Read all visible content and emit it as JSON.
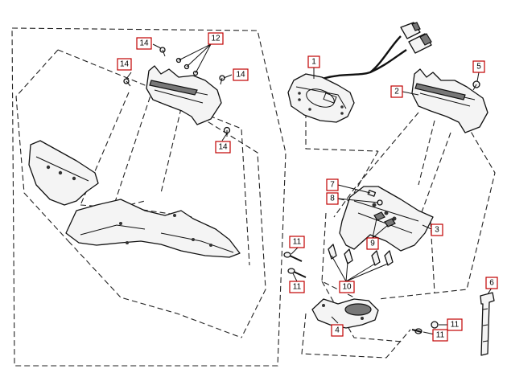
{
  "diagram": {
    "callouts": [
      {
        "id": "c14a",
        "label": "14"
      },
      {
        "id": "c12",
        "label": "12"
      },
      {
        "id": "c14b",
        "label": "14"
      },
      {
        "id": "c14c",
        "label": "14"
      },
      {
        "id": "c14d",
        "label": "14"
      },
      {
        "id": "c1",
        "label": "1"
      },
      {
        "id": "c5",
        "label": "5"
      },
      {
        "id": "c2",
        "label": "2"
      },
      {
        "id": "c7",
        "label": "7"
      },
      {
        "id": "c8",
        "label": "8"
      },
      {
        "id": "c3",
        "label": "3"
      },
      {
        "id": "c9",
        "label": "9"
      },
      {
        "id": "c11a",
        "label": "11"
      },
      {
        "id": "c11b",
        "label": "11"
      },
      {
        "id": "c10",
        "label": "10"
      },
      {
        "id": "c6",
        "label": "6"
      },
      {
        "id": "c4",
        "label": "4"
      },
      {
        "id": "c11c",
        "label": "11"
      },
      {
        "id": "c11d",
        "label": "11"
      }
    ],
    "colors": {
      "callout_border": "#c00000",
      "line": "#111111",
      "background": "#ffffff"
    }
  }
}
